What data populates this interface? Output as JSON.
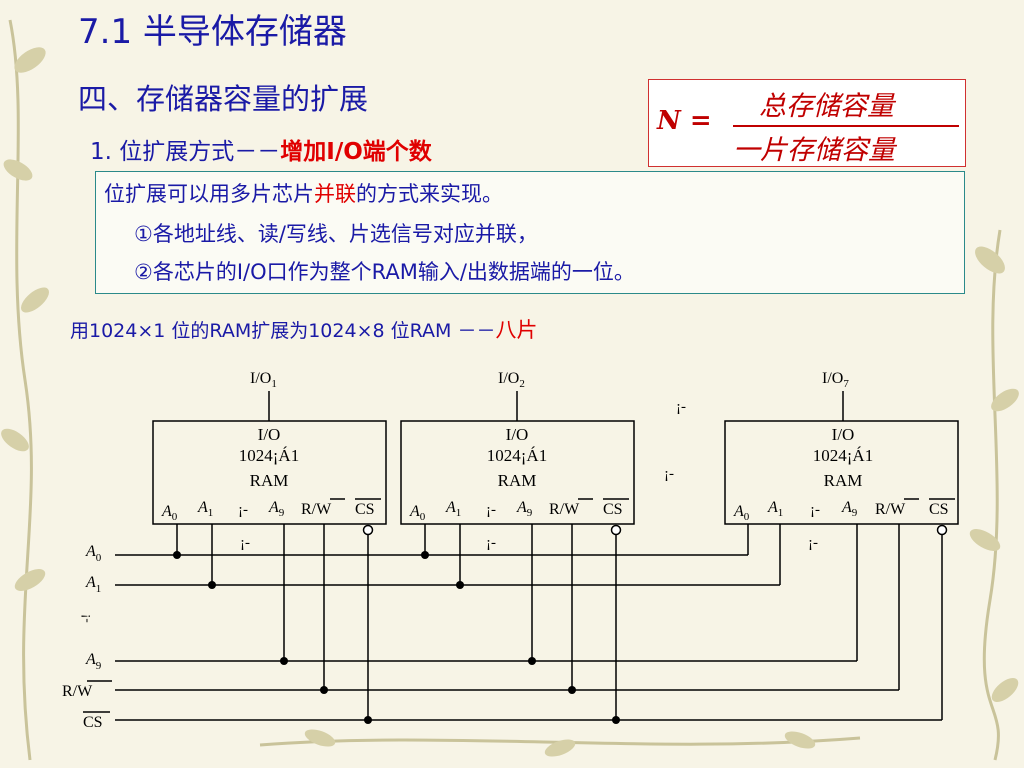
{
  "title": "7.1 半导体存储器",
  "subtitle": "四、存储器容量的扩展",
  "method": {
    "prefix": "1. 位扩展方式－－",
    "highlight": "增加I/O端个数"
  },
  "formula": {
    "lhs": "N =",
    "numerator": "总存储容量",
    "denominator": "一片存储容量"
  },
  "box": {
    "line1_a": "位扩展可以用多片芯片",
    "line1_red": "并联",
    "line1_b": "的方式来实现。",
    "line2": "①各地址线、读/写线、片选信号对应并联，",
    "line3": "②各芯片的I/O口作为整个RAM输入/出数据端的一位。"
  },
  "example": {
    "text": "用1024×1 位的RAM扩展为1024×8 位RAM ",
    "dash": "－－",
    "highlight": "八片"
  },
  "diagram": {
    "chips": [
      {
        "io_label": "I/O",
        "io_sub": "1",
        "top": "I/O",
        "size": "1024¡Á1",
        "type": "RAM"
      },
      {
        "io_label": "I/O",
        "io_sub": "2",
        "top": "I/O",
        "size": "1024¡Á1",
        "type": "RAM"
      },
      {
        "io_label": "I/O",
        "io_sub": "7",
        "top": "I/O",
        "size": "1024¡Á1",
        "type": "RAM"
      }
    ],
    "pins": {
      "a0": "A",
      "a0_sub": "0",
      "a1": "A",
      "a1_sub": "1",
      "dots": "¡-",
      "a9": "A",
      "a9_sub": "9",
      "rw": "R/W",
      "rw_bar": "W",
      "cs": "CS"
    },
    "left_labels": {
      "a0": "A",
      "a0_sub": "0",
      "a1": "A",
      "a1_sub": "1",
      "dots": "¡-",
      "a9": "A",
      "a9_sub": "9",
      "rw": "R/W",
      "cs": "CS"
    },
    "gap_dots": "¡-"
  }
}
